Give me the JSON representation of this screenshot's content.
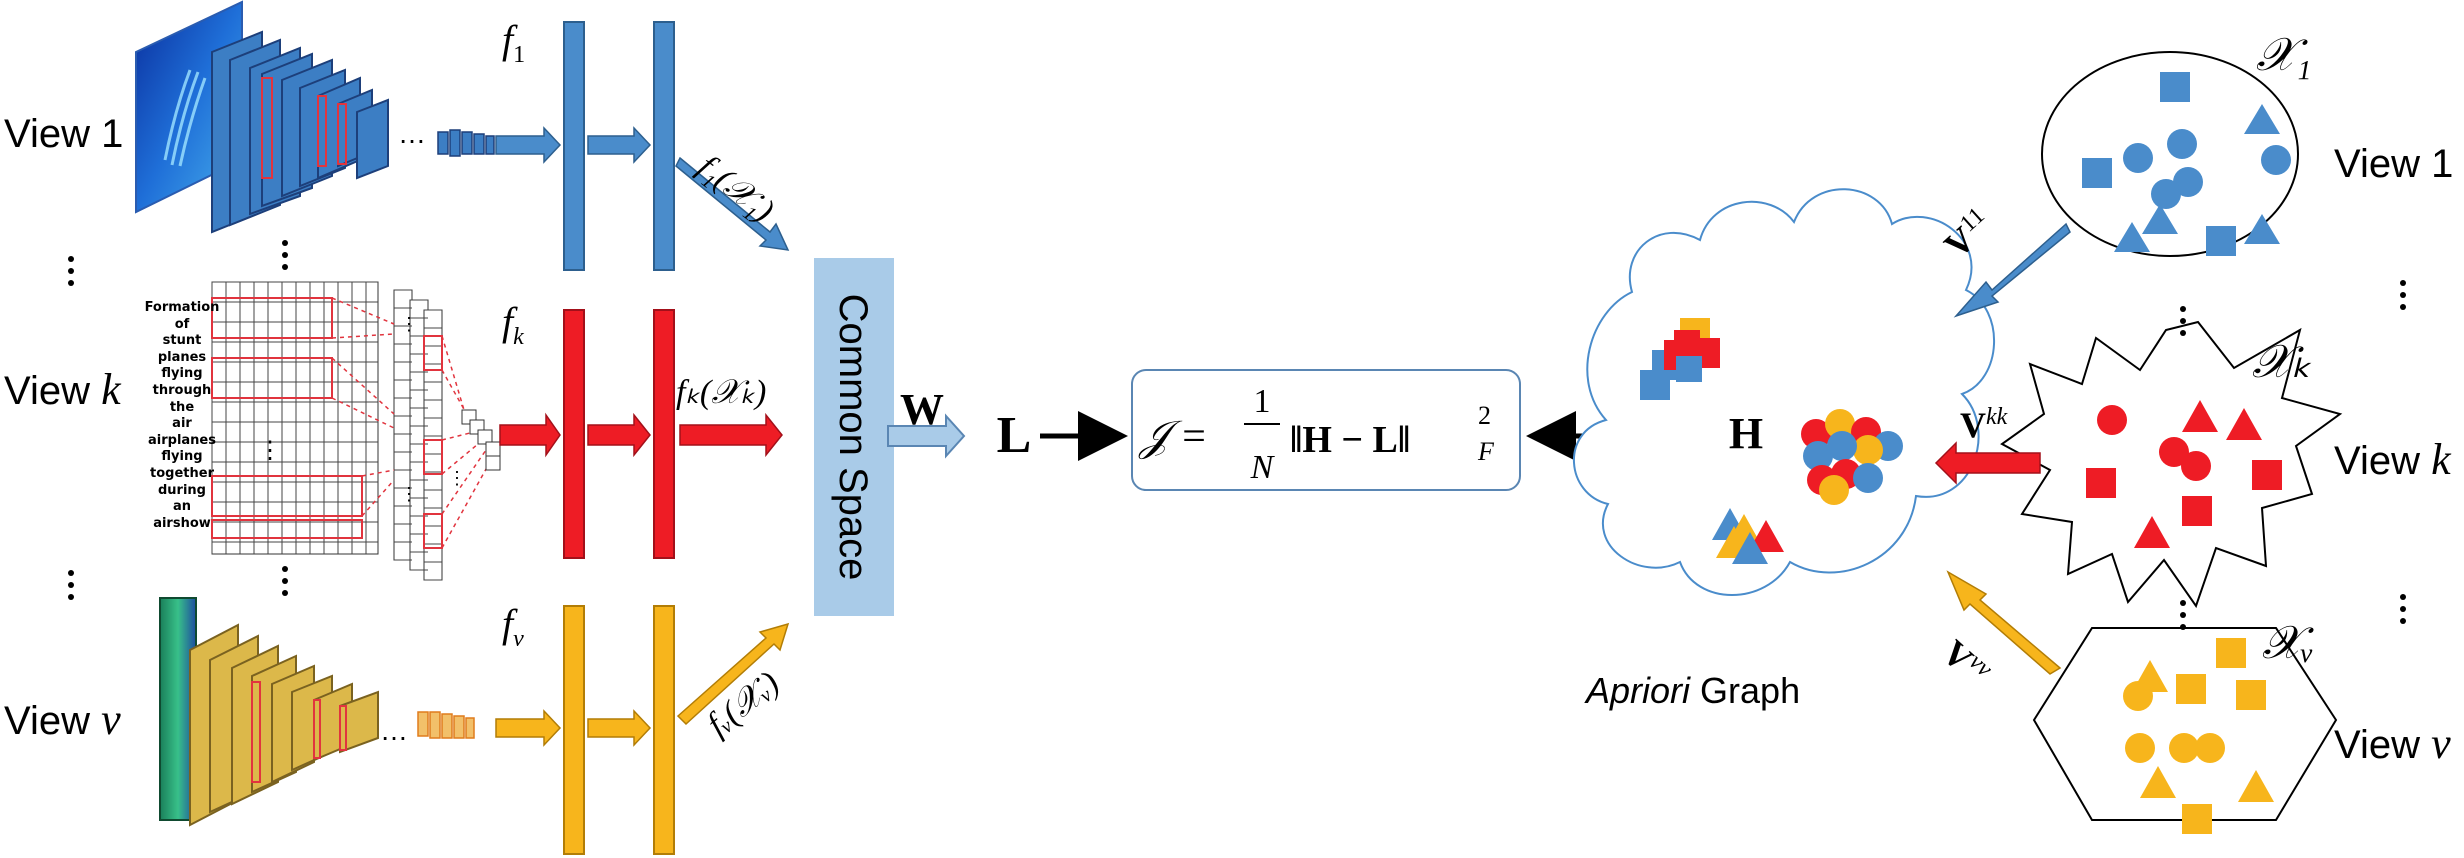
{
  "left_views": {
    "view1": {
      "text": "View 1"
    },
    "viewk": {
      "text": "View ",
      "var": "k"
    },
    "viewv": {
      "text": "View ",
      "var": "v"
    }
  },
  "right_views": {
    "view1": {
      "text": "View 1"
    },
    "viewk": {
      "text": "View ",
      "var": "k"
    },
    "viewv": {
      "text": "View ",
      "var": "v"
    }
  },
  "text_input": [
    "Formation",
    "of",
    "stunt",
    "planes",
    "flying",
    "through",
    "the",
    "air",
    "airplanes",
    "flying",
    "together",
    "during",
    "an",
    "airshow"
  ],
  "networks": {
    "f1": {
      "name": "f",
      "sub": "1",
      "output": "f₁(𝒳₁)"
    },
    "fk": {
      "name": "f",
      "sub": "k",
      "output": "fₖ(𝒳ₖ)"
    },
    "fv": {
      "name": "f",
      "sub": "v",
      "output": "fᵥ(𝒳ᵥ)"
    }
  },
  "common_space": "Common Space",
  "W": "W",
  "L": "L",
  "loss": {
    "lhs": "𝒥 =",
    "num": "1",
    "den": "N",
    "norm": "‖H − L‖",
    "sub": "F",
    "sup": "2"
  },
  "graph": {
    "H": "H",
    "caption_italic": "Apriori",
    "caption_rest": " Graph"
  },
  "sets": {
    "x1": "𝒳₁",
    "xk": "𝒳ₖ",
    "xv": "𝒳ᵥ"
  },
  "projections": {
    "v11": {
      "base": "V",
      "sup": "11"
    },
    "vkk": {
      "base": "V",
      "sup": "kk"
    },
    "vvv": {
      "base": "V",
      "sup": "vv"
    }
  },
  "colors": {
    "blue": "#4a8ccb",
    "red": "#ee1c25",
    "yellow": "#f7b51c",
    "common_space_fill": "#a9cbe8"
  }
}
